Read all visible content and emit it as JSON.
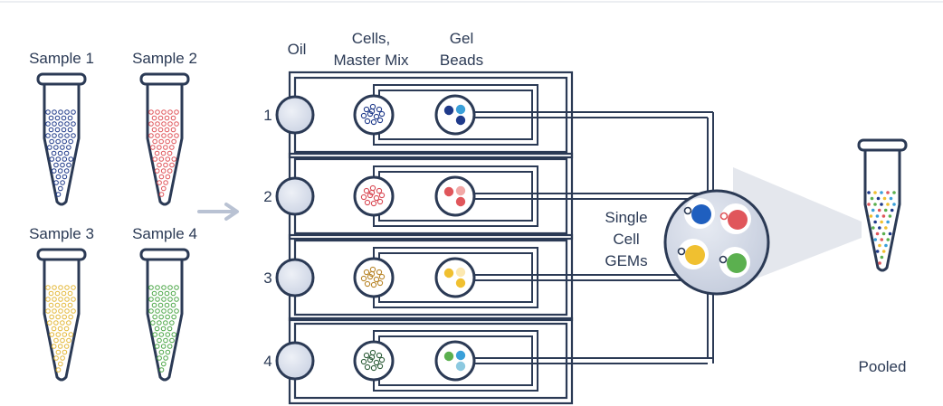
{
  "samples": [
    {
      "label": "Sample 1",
      "color": "#1f3a8a"
    },
    {
      "label": "Sample 2",
      "color": "#e0565b"
    },
    {
      "label": "Sample 3",
      "color": "#e4b83a"
    },
    {
      "label": "Sample 4",
      "color": "#4fa84a"
    }
  ],
  "columns": {
    "oil": "Oil",
    "cells_line1": "Cells,",
    "cells_line2": "Master Mix",
    "gel_line1": "Gel",
    "gel_line2": "Beads"
  },
  "channels": [
    {
      "number": "1",
      "cell_color": "#1f3a8a",
      "beads": [
        "#1f3a8a",
        "#3aa0d9",
        "#1f3a8a"
      ]
    },
    {
      "number": "2",
      "cell_color": "#d94a55",
      "beads": [
        "#e0565b",
        "#f2a8a6",
        "#e0565b"
      ]
    },
    {
      "number": "3",
      "cell_color": "#b9862a",
      "beads": [
        "#f0c030",
        "#fce8b0",
        "#f0c030"
      ]
    },
    {
      "number": "4",
      "cell_color": "#2f5e3a",
      "beads": [
        "#5bb04f",
        "#3aa0d9",
        "#8cc9e0"
      ]
    }
  ],
  "gems_label": [
    "Single",
    "Cell",
    "GEMs"
  ],
  "gems": [
    "#1f5fbf",
    "#e0565b",
    "#f0c030",
    "#5bb04f"
  ],
  "pooled_label": "Pooled",
  "pooled_colors": [
    "#1f3a8a",
    "#e0565b",
    "#f0c030",
    "#5bb04f",
    "#3aa0d9"
  ],
  "colors": {
    "ink": "#2b3a55",
    "chip_fill": "#cfd6e6",
    "arrow": "#b9c2d3"
  }
}
